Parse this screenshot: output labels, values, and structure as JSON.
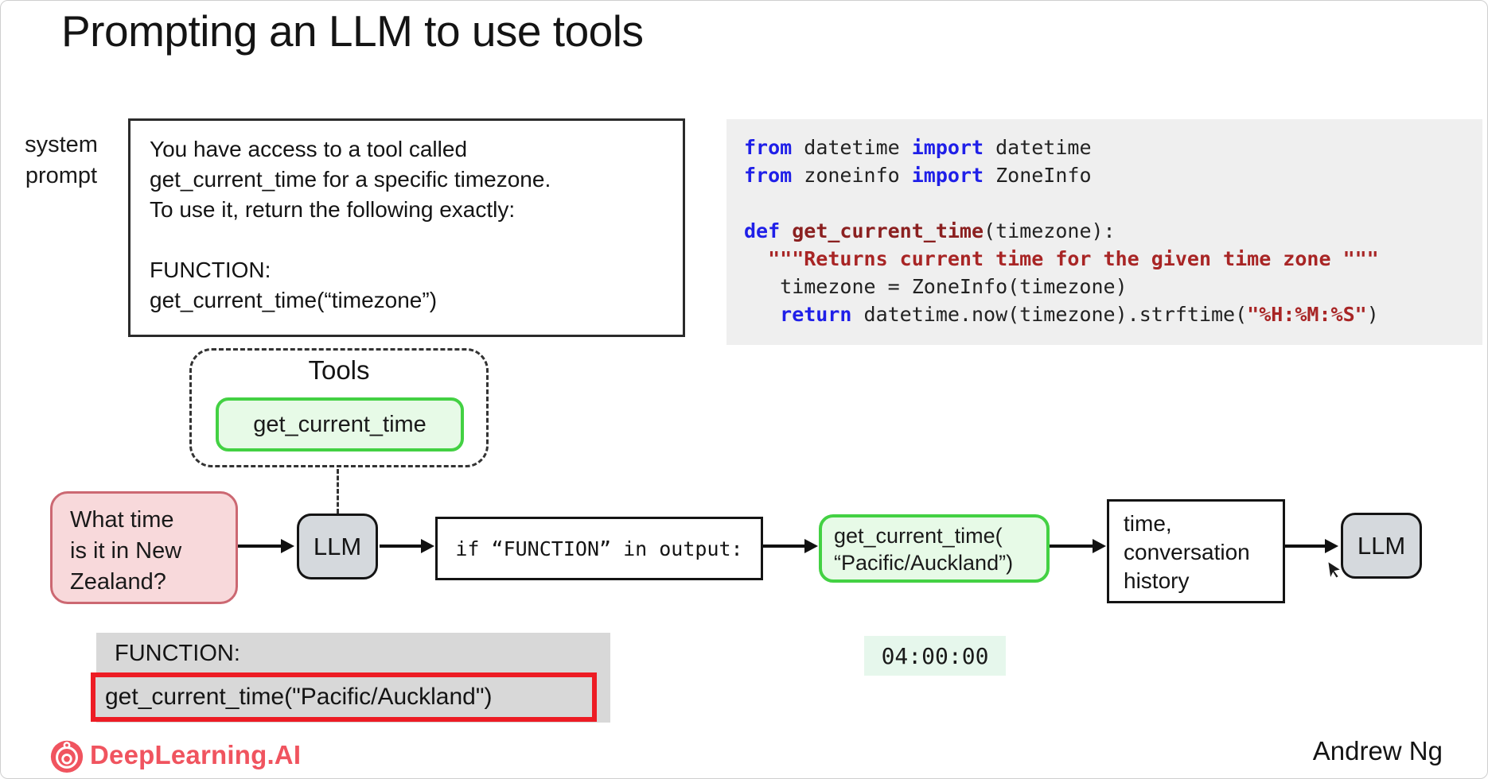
{
  "slide": {
    "title": "Prompting an LLM to use tools",
    "brand": "DeepLearning.AI",
    "author": "Andrew Ng"
  },
  "system_prompt": {
    "label_lines": [
      "system",
      "prompt"
    ],
    "lines": [
      "You have access to a tool called",
      "get_current_time for a specific timezone.",
      "To use it, return the following exactly:",
      "",
      "FUNCTION:",
      "get_current_time(“timezone”)"
    ]
  },
  "code": {
    "lines": [
      [
        {
          "t": "from",
          "c": "kw"
        },
        {
          "t": " datetime ",
          "c": "pl"
        },
        {
          "t": "import",
          "c": "kw"
        },
        {
          "t": " datetime",
          "c": "pl"
        }
      ],
      [
        {
          "t": "from",
          "c": "kw"
        },
        {
          "t": " zoneinfo ",
          "c": "pl"
        },
        {
          "t": "import",
          "c": "kw"
        },
        {
          "t": " ZoneInfo",
          "c": "pl"
        }
      ],
      [],
      [
        {
          "t": "def ",
          "c": "kw"
        },
        {
          "t": "get_current_time",
          "c": "fn"
        },
        {
          "t": "(timezone):",
          "c": "pl"
        }
      ],
      [
        {
          "t": "  \"\"\"Returns current time for the given time zone \"\"\"",
          "c": "str"
        }
      ],
      [
        {
          "t": "   timezone = ZoneInfo(timezone)",
          "c": "pl"
        }
      ],
      [
        {
          "t": "   ",
          "c": "pl"
        },
        {
          "t": "return",
          "c": "kw"
        },
        {
          "t": " datetime.now(timezone).strftime(",
          "c": "pl"
        },
        {
          "t": "\"%H:%M:%S\"",
          "c": "str"
        },
        {
          "t": ")",
          "c": "pl"
        }
      ]
    ]
  },
  "tools": {
    "title": "Tools",
    "tool_name": "get_current_time"
  },
  "flow": {
    "user_query_lines": [
      "What time",
      "is it in New",
      "Zealand?"
    ],
    "llm1": "LLM",
    "condition": "if “FUNCTION” in output:",
    "tool_call_lines": [
      "get_current_time(",
      "“Pacific/Auckland”)"
    ],
    "context_lines": [
      "time,",
      "conversation",
      "history"
    ],
    "llm2": "LLM"
  },
  "function_output": {
    "header": "FUNCTION:",
    "call": "get_current_time(\"Pacific/Auckland\")"
  },
  "tool_result": "04:00:00",
  "colors": {
    "brand": "#f0545f",
    "accent_green_border": "#43d143",
    "accent_green_fill": "#e7fae7",
    "pink_fill": "#f8d9db",
    "pink_border": "#cc6872",
    "llm_gray_fill": "#d5d9dd",
    "code_background": "#efefef",
    "function_gray": "#d8d8d8",
    "red_highlight": "#ed1c24",
    "keyword_blue": "#1f1fe8",
    "string_red": "#a82525",
    "result_green_fill": "#e6f7ec"
  }
}
